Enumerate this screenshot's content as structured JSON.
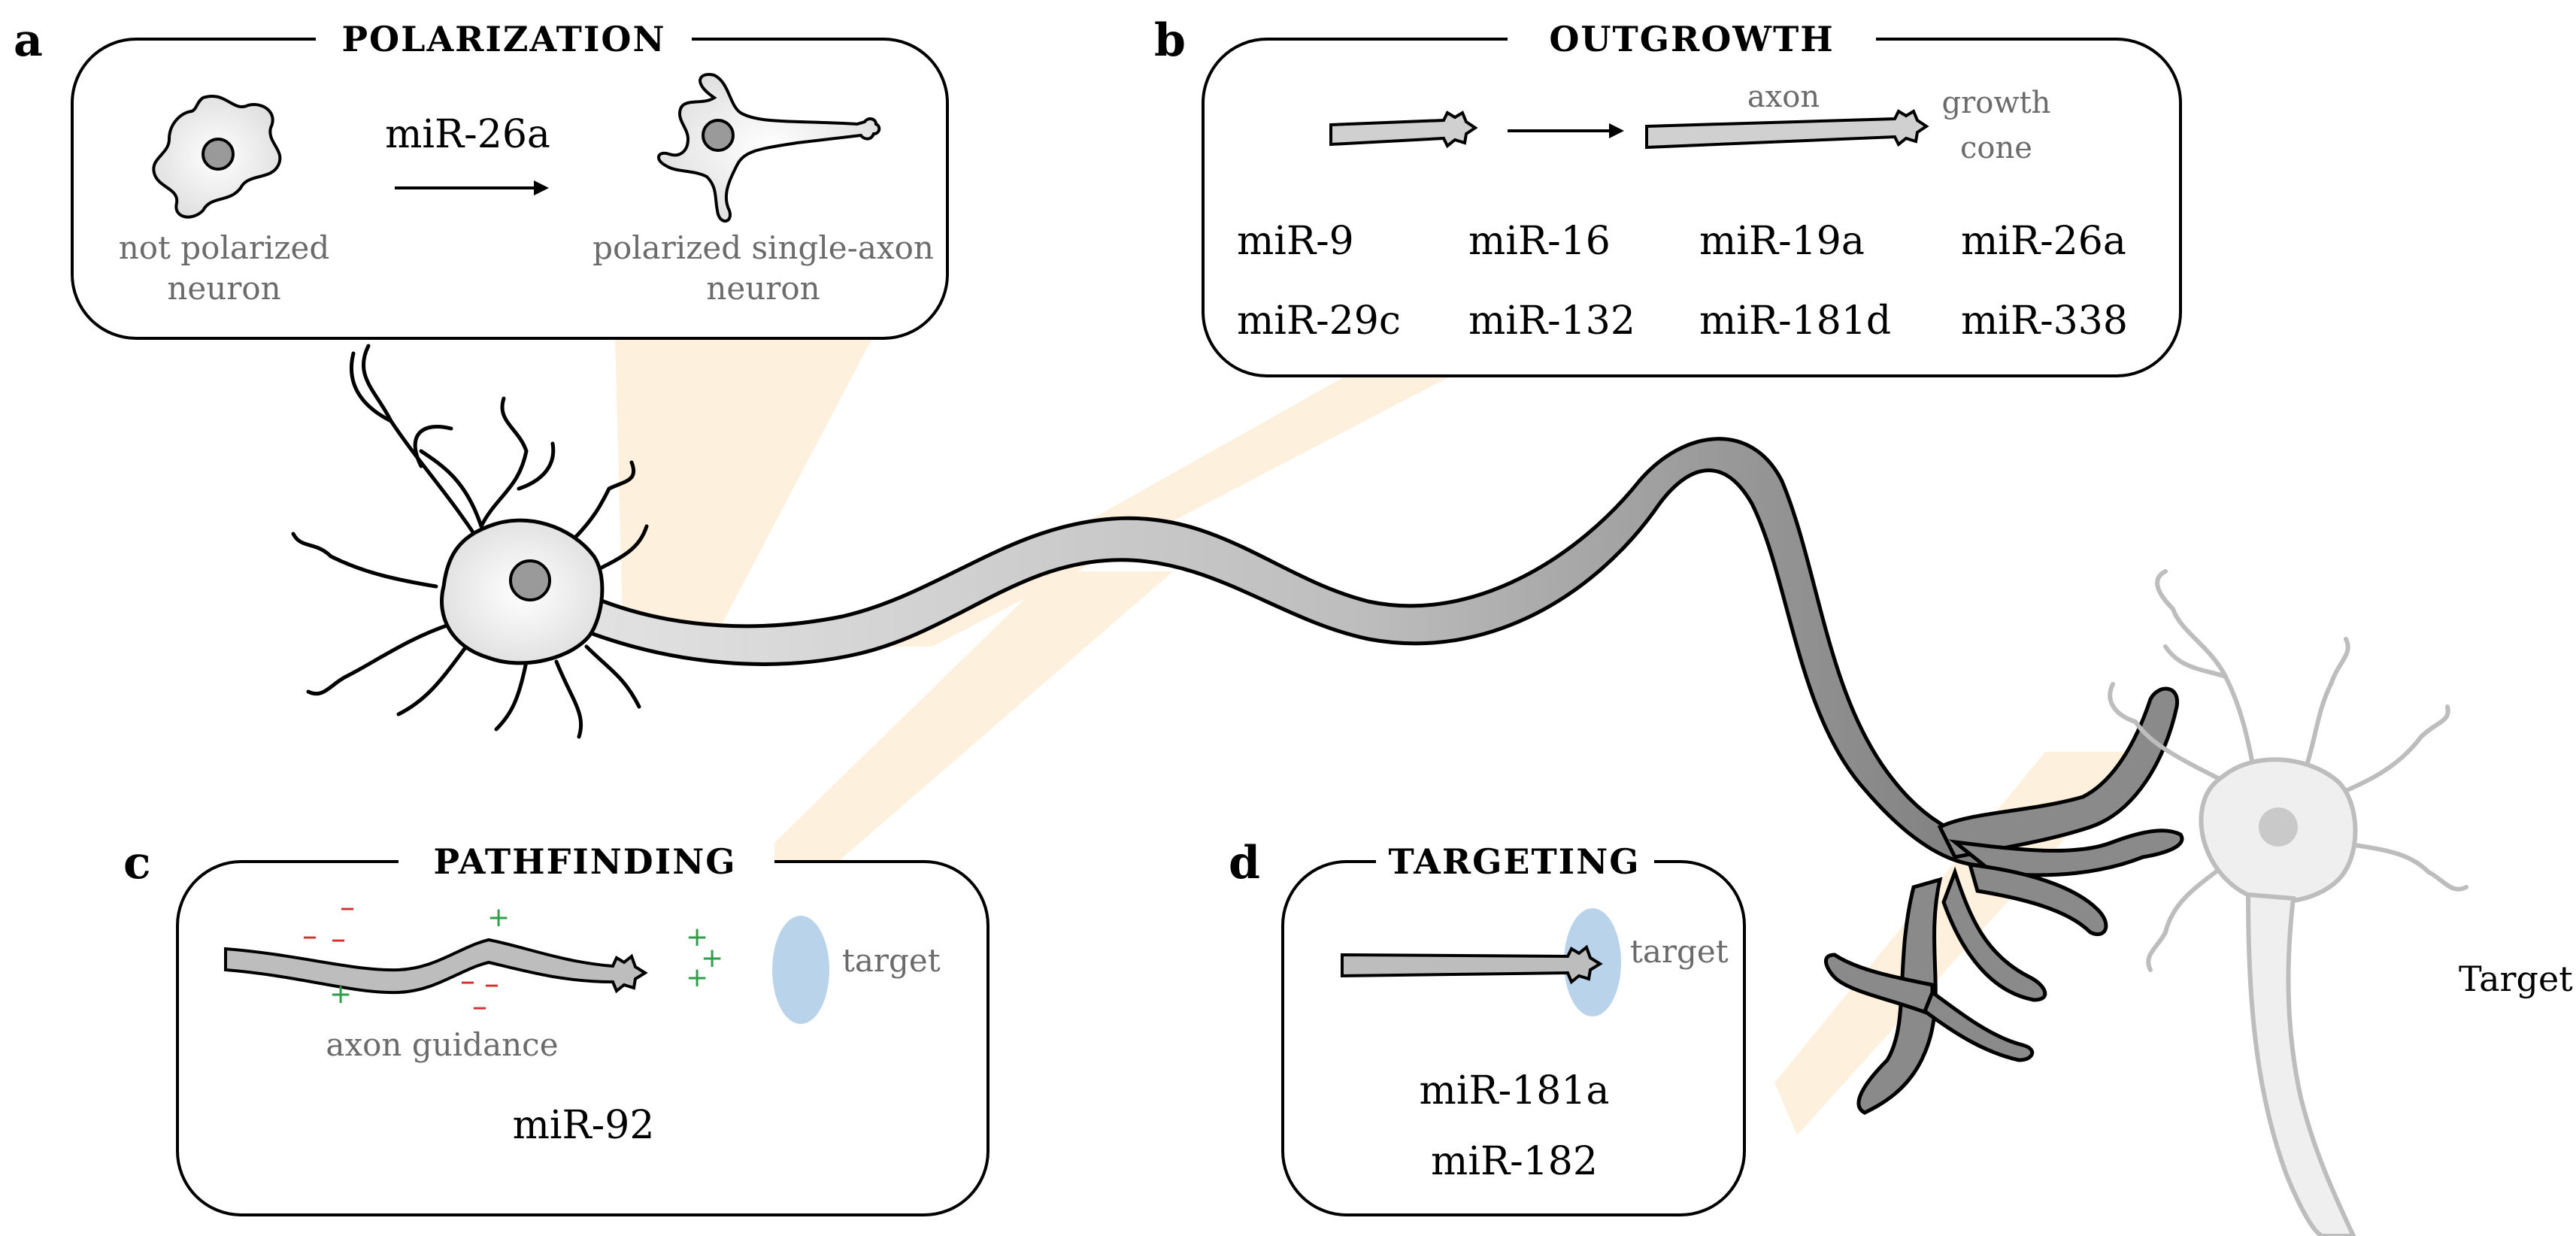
{
  "panels": {
    "a": {
      "letter": "a",
      "title": "POLARIZATION",
      "mirna": "miR-26a",
      "left_caption": [
        "not polarized",
        "neuron"
      ],
      "right_caption": [
        "polarized single-axon",
        "neuron"
      ]
    },
    "b": {
      "letter": "b",
      "title": "OUTGROWTH",
      "axon_label": "axon",
      "growth_cone_label": [
        "growth",
        "cone"
      ],
      "mirnas": [
        "miR-9",
        "miR-16",
        "miR-19a",
        "miR-26a",
        "miR-29c",
        "miR-132",
        "miR-181d",
        "miR-338"
      ]
    },
    "c": {
      "letter": "c",
      "title": "PATHFINDING",
      "target_label": "target",
      "guidance_label": "axon guidance",
      "mirna": "miR-92"
    },
    "d": {
      "letter": "d",
      "title": "TARGETING",
      "target_label": "target",
      "mirnas": [
        "miR-181a",
        "miR-182"
      ]
    }
  },
  "target_cell_label": "Target cell",
  "colors": {
    "highlight_beam": "#fdf0dc",
    "axon_fill": "#c8c8c8",
    "dark_axon_fill": "#8a8a8a",
    "nucleus": "#9a9a9a",
    "target_blob": "#b9d3ea",
    "minus_sign": "#d32f2f",
    "plus_sign": "#2e9e4a"
  }
}
